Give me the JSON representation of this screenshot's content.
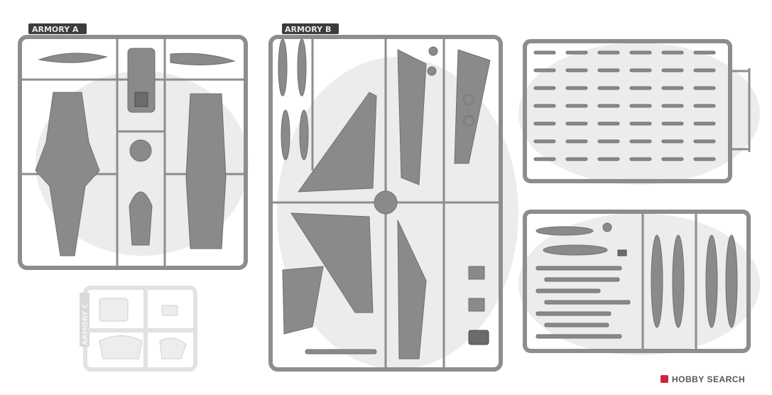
{
  "sprues": {
    "a": {
      "label": "ARMORY A"
    },
    "b": {
      "label": "ARMORY B"
    },
    "c": {
      "label": "ARMORY C"
    }
  },
  "watermark": {
    "text": "HOBBY SEARCH",
    "icon": "hobby-search-logo-icon",
    "color": "#c7273f"
  },
  "colors": {
    "plastic": "#8a8a8a",
    "clear": "#ededed"
  }
}
